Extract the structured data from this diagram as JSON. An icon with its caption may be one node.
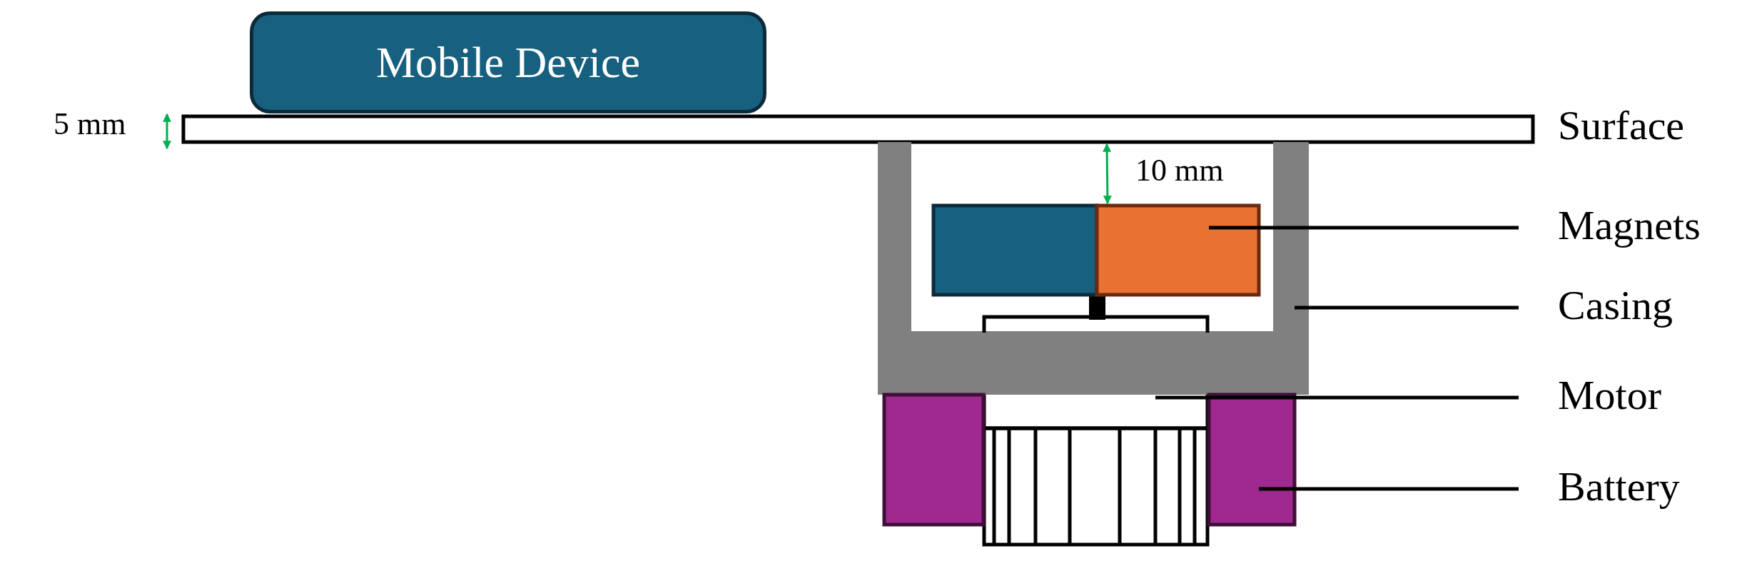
{
  "diagram": {
    "nodes": [
      {
        "text": [
          "Mobile Device"
        ]
      },
      {
        "text": [],
        "shape": "box"
      },
      {
        "text": [],
        "shape": "box"
      },
      {
        "text": [
          "Magnets"
        ]
      },
      {
        "text": [],
        "shape": "box"
      },
      {
        "text": [
          "Casing"
        ]
      },
      {
        "text": [],
        "shape": "box"
      },
      {
        "text": [
          "Motor"
        ]
      },
      {
        "text": [],
        "shape": "box"
      },
      {
        "text": [],
        "shape": "box"
      },
      {
        "text": [
          "Battery"
        ]
      }
    ],
    "edges": [
      {
        "from": 3,
        "to": 2,
        "arrow": "none"
      },
      {
        "from": 5,
        "to": 4,
        "arrow": "none"
      },
      {
        "from": 7,
        "to": 6,
        "arrow": "none"
      },
      {
        "from": 10,
        "to": 9,
        "arrow": "none"
      }
    ],
    "labels": [
      "5 mm",
      "Surface",
      "10 mm"
    ]
  }
}
